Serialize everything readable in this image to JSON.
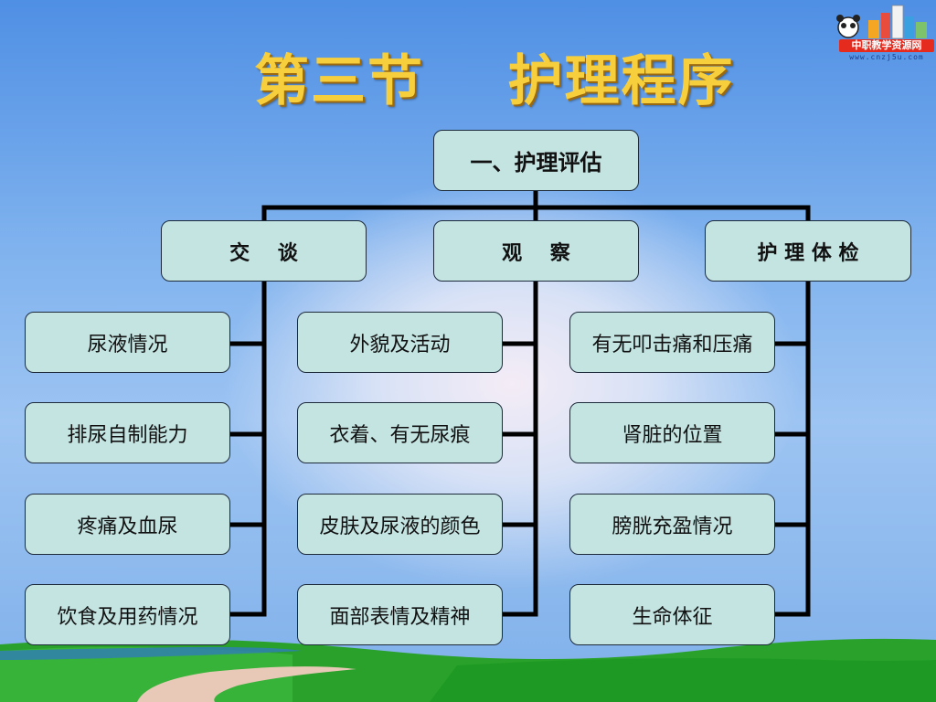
{
  "slide": {
    "title": "第三节    护理程序",
    "logo_text": "中职教学资源网",
    "logo_url": "www.cnzj5u.com"
  },
  "diagram": {
    "root": "一、护理评估",
    "categories": [
      {
        "label": "交    谈",
        "items": [
          "尿液情况",
          "排尿自制能力",
          "疼痛及血尿",
          "饮食及用药情况"
        ]
      },
      {
        "label": "观    察",
        "items": [
          "外貌及活动",
          "衣着、有无尿痕",
          "皮肤及尿液的颜色",
          "面部表情及精神"
        ]
      },
      {
        "label": "护 理 体 检",
        "items": [
          "有无叩击痛和压痛",
          "肾脏的位置",
          "膀胱充盈情况",
          "生命体征"
        ]
      }
    ]
  }
}
